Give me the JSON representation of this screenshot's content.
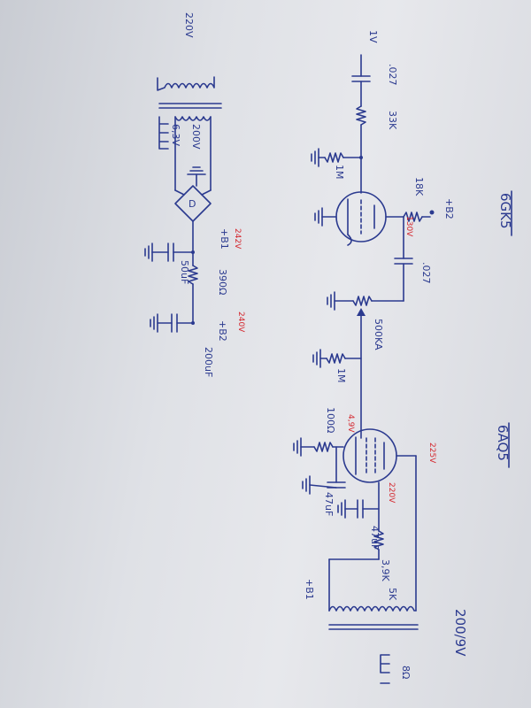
{
  "tubes": {
    "preamp": "6GK5",
    "output": "6AQ5"
  },
  "input": {
    "level": "1V"
  },
  "components": {
    "c_in": ".027",
    "r_grid_stop": "33K",
    "r_grid1": "1M",
    "r_plate1": "18K",
    "c_coupling": ".027",
    "pot": "500KA",
    "r_grid2": "1M",
    "r_cathode2": "100Ω",
    "c_cathode2": "47uF",
    "c_screen": "47uF",
    "r_screen": "3,9K",
    "ot_primary": "5K",
    "ot_secondary": "8Ω",
    "ot_ratio": "200/9V"
  },
  "power": {
    "primary": "220V",
    "secondary_ht": "200V",
    "secondary_heater": "6,3V",
    "diode": "D",
    "c_filter1": "50uF",
    "r_filter": "390Ω",
    "c_filter2": "200uF",
    "b1": "+B1",
    "b2": "+B2",
    "b1_pin": "+B1",
    "b2_pin": "+B2"
  },
  "voltages": {
    "plate1": "130V",
    "b1": "242V",
    "b2": "240V",
    "cathode2": "4,9V",
    "screen2": "220V",
    "plate2": "225V"
  },
  "colors": {
    "ink": "#2b3a8f",
    "voltage": "#d4262d",
    "paper": "#e3e5ea"
  }
}
